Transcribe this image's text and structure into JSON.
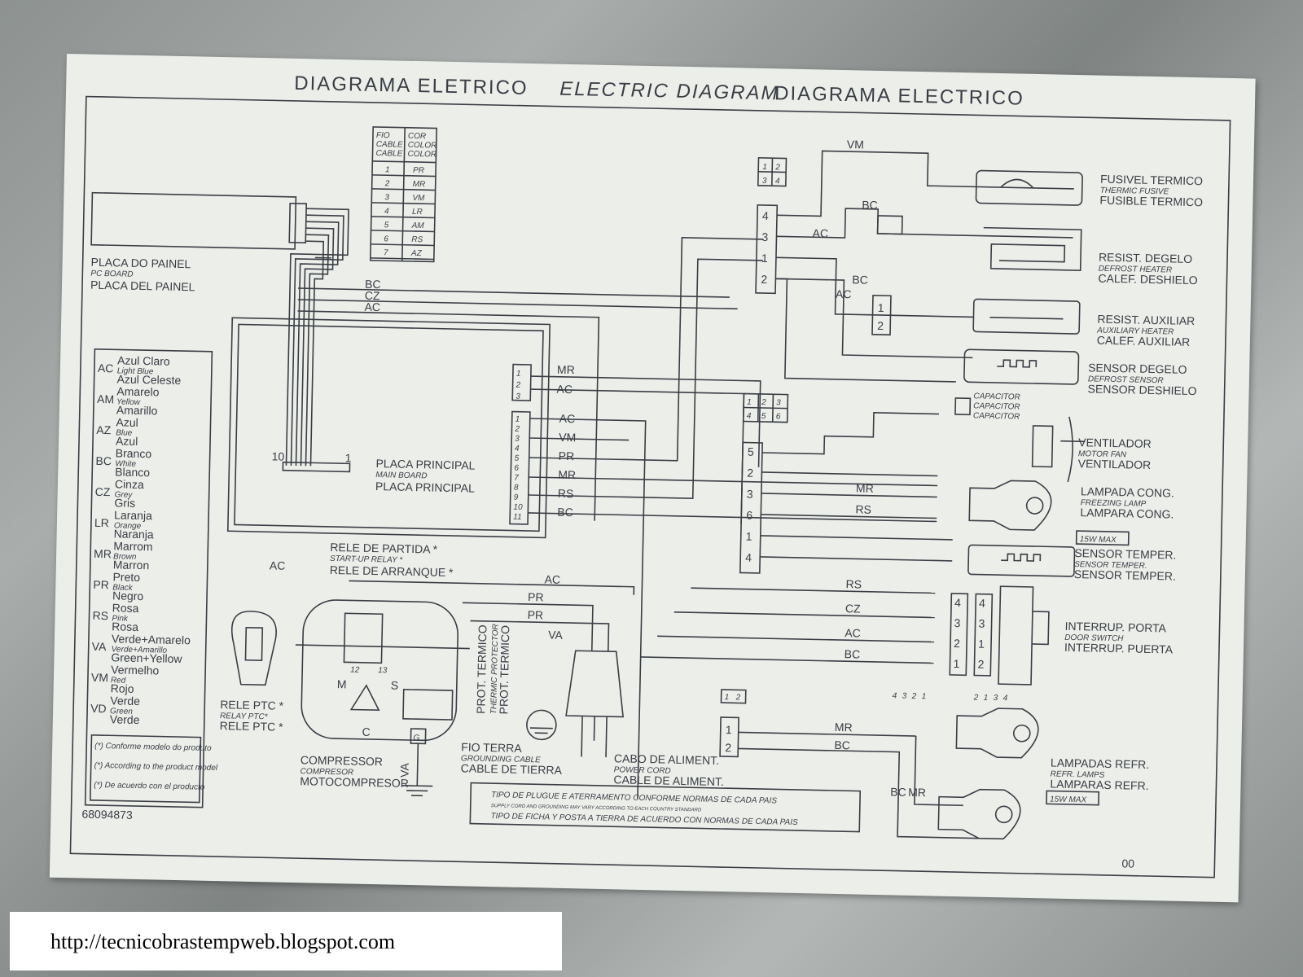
{
  "title": {
    "pt": "DIAGRAMA ELETRICO",
    "en": "ELECTRIC DIAGRAM",
    "es": "DIAGRAMA ELECTRICO"
  },
  "cable_table": {
    "headers": [
      [
        "FIO",
        "CABLE",
        "CABLE"
      ],
      [
        "COR",
        "COLOR",
        "COLOR"
      ]
    ],
    "rows": [
      [
        "1",
        "PR"
      ],
      [
        "2",
        "MR"
      ],
      [
        "3",
        "VM"
      ],
      [
        "4",
        "LR"
      ],
      [
        "5",
        "AM"
      ],
      [
        "6",
        "RS"
      ],
      [
        "7",
        "AZ"
      ]
    ]
  },
  "pc_board": [
    "PLACA DO PAINEL",
    "PC BOARD",
    "PLACA DEL PAINEL"
  ],
  "main_board": [
    "PLACA PRINCIPAL",
    "MAIN BOARD",
    "PLACA PRINCIPAL"
  ],
  "ribbon_ends": [
    "10",
    "1"
  ],
  "main_wires": [
    "BC",
    "CZ",
    "AC"
  ],
  "board_conn_a": {
    "pins": [
      "1",
      "2",
      "3"
    ],
    "wires": [
      "MR",
      "AC"
    ]
  },
  "board_conn_b": {
    "pins": [
      "1",
      "2",
      "3",
      "4",
      "5",
      "6",
      "7",
      "8",
      "9",
      "10",
      "11"
    ],
    "wires": [
      "AC",
      "VM",
      "PR",
      "MR",
      "RS",
      "BC"
    ]
  },
  "legend": [
    {
      "code": "AC",
      "names": [
        "Azul Claro",
        "Light Blue",
        "Azul Celeste"
      ]
    },
    {
      "code": "AM",
      "names": [
        "Amarelo",
        "Yellow",
        "Amarillo"
      ]
    },
    {
      "code": "AZ",
      "names": [
        "Azul",
        "Blue",
        "Azul"
      ]
    },
    {
      "code": "BC",
      "names": [
        "Branco",
        "White",
        "Blanco"
      ]
    },
    {
      "code": "CZ",
      "names": [
        "Cinza",
        "Grey",
        "Gris"
      ]
    },
    {
      "code": "LR",
      "names": [
        "Laranja",
        "Orange",
        "Naranja"
      ]
    },
    {
      "code": "MR",
      "names": [
        "Marrom",
        "Brown",
        "Marron"
      ]
    },
    {
      "code": "PR",
      "names": [
        "Preto",
        "Black",
        "Negro"
      ]
    },
    {
      "code": "RS",
      "names": [
        "Rosa",
        "Pink",
        "Rosa"
      ]
    },
    {
      "code": "VA",
      "names": [
        "Verde+Amarelo",
        "Verde+Amarillo",
        "Green+Yellow"
      ]
    },
    {
      "code": "VM",
      "names": [
        "Vermelho",
        "Red",
        "Rojo"
      ]
    },
    {
      "code": "VD",
      "names": [
        "Verde",
        "Green",
        "Verde"
      ]
    }
  ],
  "legend_notes": [
    "(*) Conforme modelo do produto",
    "(*) According to the product model",
    "(*) De acuerdo con el producto"
  ],
  "part_number": "68094873",
  "start_relay": [
    "RELE DE PARTIDA *",
    "START-UP RELAY *",
    "RELE DE ARRANQUE *"
  ],
  "relay_ptc": [
    "RELE PTC *",
    "RELAY PTC*",
    "RELE PTC *"
  ],
  "compressor": [
    "COMPRESSOR",
    "COMPRESOR",
    "MOTOCOMPRESOR"
  ],
  "compressor_pins": [
    "M",
    "S",
    "C",
    "12",
    "13",
    "G"
  ],
  "thermal_protector": [
    "PROT. TERMICO",
    "THERMIC PROTECTOR",
    "PROT. TERMICO"
  ],
  "ground": [
    "FIO TERRA",
    "GROUNDING CABLE",
    "CABLE DE TIERRA"
  ],
  "power_cord": [
    "CABO DE ALIMENT.",
    "POWER CORD",
    "CABLE DE ALIMENT."
  ],
  "plug_note": [
    "TIPO DE PLUGUE E ATERRAMENTO CONFORME NORMAS DE CADA PAIS",
    "SUPPLY CORD AND GROUNDING MAY VARY ACCORDING TO EACH COUNTRY STANDARD",
    "TIPO DE FICHA Y POSTA A TIERRA DE ACUERDO CON NORMAS DE CADA PAIS"
  ],
  "power_wires": [
    "AC",
    "PR",
    "PR",
    "VA",
    "VA",
    "AC"
  ],
  "connectors": {
    "c4": [
      "1",
      "2",
      "3",
      "4"
    ],
    "c4_pins": [
      "4",
      "3",
      "1",
      "2"
    ],
    "c6": [
      "1",
      "2",
      "3",
      "4",
      "5",
      "6"
    ],
    "c6_pins": [
      "5",
      "2",
      "3",
      "6",
      "1",
      "4"
    ],
    "c2": [
      "1",
      "2"
    ],
    "c2_pins": [
      "1",
      "2"
    ],
    "heater_pins": [
      "1",
      "2"
    ],
    "door_pins_a": [
      "4",
      "3",
      "2",
      "1"
    ],
    "door_pins_b": [
      "4",
      "3",
      "1",
      "2"
    ],
    "door_legend_a": [
      "4",
      "3",
      "2",
      "1"
    ],
    "door_legend_b": [
      "2",
      "1",
      "3",
      "4"
    ]
  },
  "components": {
    "fuse": [
      "FUSIVEL TERMICO",
      "THERMIC FUSIVE",
      "FUSIBLE TERMICO"
    ],
    "defrost_heater": [
      "RESIST. DEGELO",
      "DEFROST HEATER",
      "CALEF. DESHIELO"
    ],
    "aux_heater": [
      "RESIST. AUXILIAR",
      "AUXILIARY HEATER",
      "CALEF. AUXILIAR"
    ],
    "defrost_sensor": [
      "SENSOR DEGELO",
      "DEFROST SENSOR",
      "SENSOR DESHIELO"
    ],
    "capacitor": [
      "CAPACITOR",
      "CAPACITOR",
      "CAPACITOR"
    ],
    "fan": [
      "VENTILADOR",
      "MOTOR FAN",
      "VENTILADOR"
    ],
    "freezer_lamp": [
      "LAMPADA CONG.",
      "FREEZING LAMP",
      "LAMPARA CONG."
    ],
    "freezer_lamp_max": "15W MAX",
    "temp_sensor": [
      "SENSOR TEMPER.",
      "SENSOR TEMPER.",
      "SENSOR TEMPER."
    ],
    "door_switch": [
      "INTERRUP. PORTA",
      "DOOR SWITCH",
      "INTERRUP. PUERTA"
    ],
    "fridge_lamps": [
      "LAMPADAS REFR.",
      "REFR. LAMPS",
      "LAMPARAS REFR."
    ],
    "fridge_lamps_max": "15W MAX"
  },
  "right_wire_labels": [
    "VM",
    "AC",
    "BC",
    "BC",
    "AC",
    "MR",
    "RS",
    "RS",
    "CZ",
    "AC",
    "BC",
    "MR",
    "BC",
    "BC",
    "MR"
  ],
  "sheet_code": "00",
  "url": "http://tecnicobrastempweb.blogspot.com"
}
